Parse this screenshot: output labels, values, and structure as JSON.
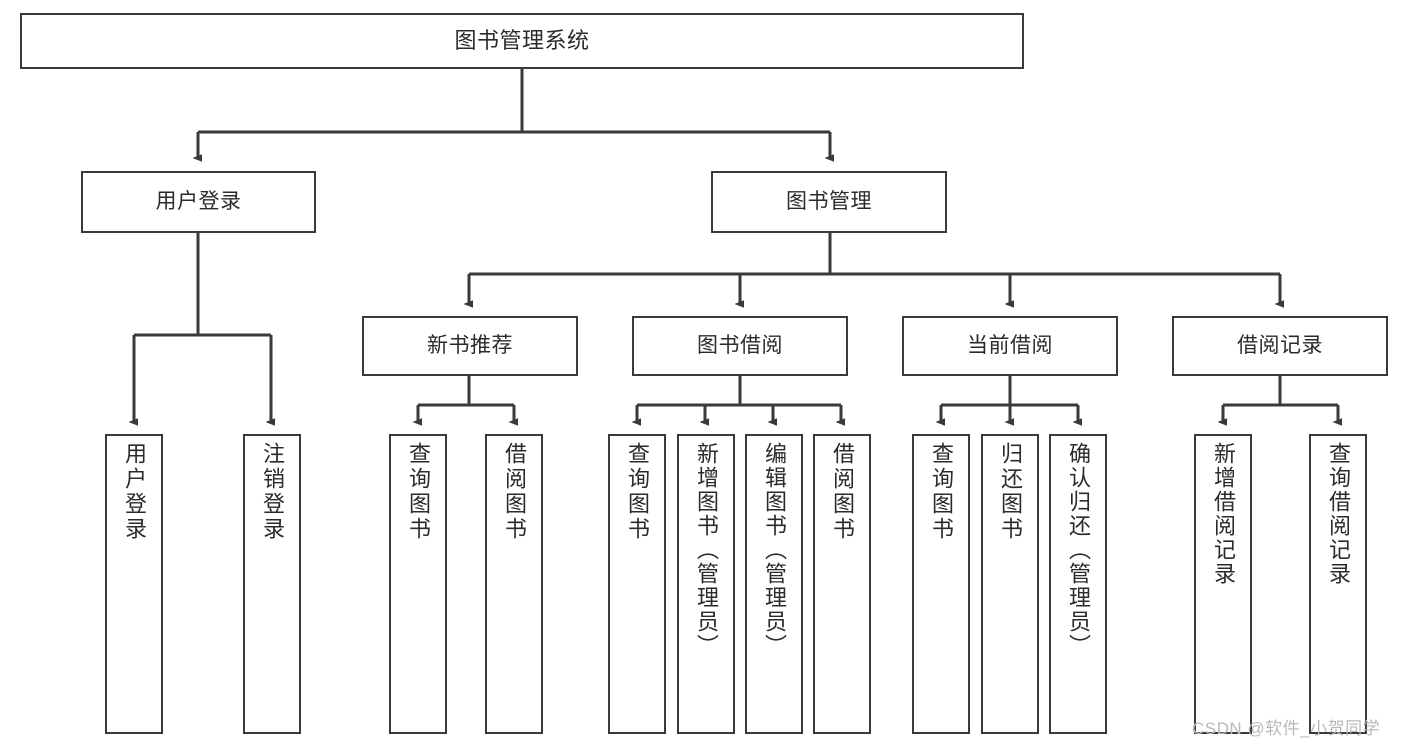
{
  "diagram": {
    "title": "图书管理系统",
    "type": "functional-structure-tree",
    "watermark": "CSDN @软件_小贺同学",
    "colors": {
      "background": "#ffffff",
      "node_border": "#3a3a3a",
      "node_fill": "#ffffff",
      "edge": "#3a3a3a",
      "text": "#2b2b2b",
      "watermark": "#b9b9b9"
    },
    "levels": {
      "level1": [
        "图书管理系统"
      ],
      "level2": [
        "用户登录",
        "图书管理"
      ],
      "level3": [
        "新书推荐",
        "图书借阅",
        "当前借阅",
        "借阅记录"
      ],
      "level4": [
        "用户登录",
        "注销登录",
        "查询图书",
        "借阅图书",
        "查询图书",
        "新增图书（管理员）",
        "编辑图书（管理员）",
        "借阅图书",
        "查询图书",
        "归还图书",
        "确认归还（管理员）",
        "新增借阅记录",
        "查询借阅记录"
      ]
    },
    "nodes": {
      "root": {
        "label": "图书管理系统"
      },
      "user_login": {
        "label": "用户登录"
      },
      "book_manage": {
        "label": "图书管理"
      },
      "new_book_rec": {
        "label": "新书推荐"
      },
      "book_borrow": {
        "label": "图书借阅"
      },
      "current_borrow": {
        "label": "当前借阅"
      },
      "borrow_record": {
        "label": "借阅记录"
      },
      "leaf_user_login": {
        "label": "用户登录"
      },
      "leaf_logout": {
        "label": "注销登录"
      },
      "leaf_query_book_1": {
        "label": "查询图书"
      },
      "leaf_borrow_book_1": {
        "label": "借阅图书"
      },
      "leaf_query_book_2": {
        "label": "查询图书"
      },
      "leaf_add_book": {
        "label": "新增图书（管理员）"
      },
      "leaf_edit_book": {
        "label": "编辑图书（管理员）"
      },
      "leaf_borrow_book_2": {
        "label": "借阅图书"
      },
      "leaf_query_book_3": {
        "label": "查询图书"
      },
      "leaf_return_book": {
        "label": "归还图书"
      },
      "leaf_confirm_return": {
        "label": "确认归还（管理员）"
      },
      "leaf_add_record": {
        "label": "新增借阅记录"
      },
      "leaf_query_record": {
        "label": "查询借阅记录"
      }
    },
    "edges": [
      {
        "from": "图书管理系统",
        "to": "用户登录"
      },
      {
        "from": "图书管理系统",
        "to": "图书管理"
      },
      {
        "from": "用户登录",
        "to": "用户登录"
      },
      {
        "from": "用户登录",
        "to": "注销登录"
      },
      {
        "from": "图书管理",
        "to": "新书推荐"
      },
      {
        "from": "图书管理",
        "to": "图书借阅"
      },
      {
        "from": "图书管理",
        "to": "当前借阅"
      },
      {
        "from": "图书管理",
        "to": "借阅记录"
      },
      {
        "from": "新书推荐",
        "to": "查询图书"
      },
      {
        "from": "新书推荐",
        "to": "借阅图书"
      },
      {
        "from": "图书借阅",
        "to": "查询图书"
      },
      {
        "from": "图书借阅",
        "to": "新增图书（管理员）"
      },
      {
        "from": "图书借阅",
        "to": "编辑图书（管理员）"
      },
      {
        "from": "图书借阅",
        "to": "借阅图书"
      },
      {
        "from": "当前借阅",
        "to": "查询图书"
      },
      {
        "from": "当前借阅",
        "to": "归还图书"
      },
      {
        "from": "当前借阅",
        "to": "确认归还（管理员）"
      },
      {
        "from": "借阅记录",
        "to": "新增借阅记录"
      },
      {
        "from": "借阅记录",
        "to": "查询借阅记录"
      }
    ]
  }
}
